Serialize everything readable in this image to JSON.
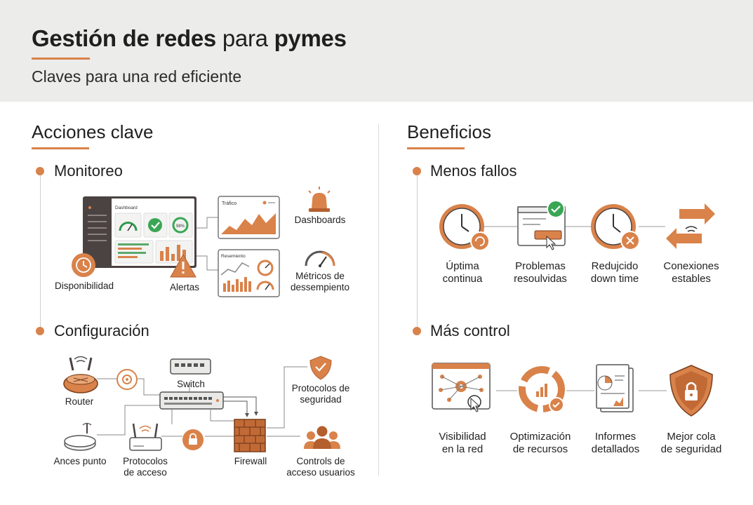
{
  "header": {
    "title_part1": "Gestión de redes",
    "title_part2": " para ",
    "title_part3": "pymes",
    "subtitle": "Claves para una red eficiente"
  },
  "left": {
    "heading": "Acciones clave",
    "monitoreo": {
      "title": "Monitoreo",
      "dashboard_label": "Dashboard",
      "trafico_label": "Tráfico",
      "rendimiento_label": "Resemiento",
      "gauge_value": "98%",
      "labels": {
        "disponibilidad": "Disponibilidad",
        "alertas": "Alertas",
        "dashboards": "Dashboards",
        "metricas_line1": "Métricos de",
        "metricas_line2": "dessempiento"
      }
    },
    "configuracion": {
      "title": "Configuración",
      "labels": {
        "router": "Router",
        "switch": "Switch",
        "protocolos_seg_line1": "Protocolos de",
        "protocolos_seg_line2": "seguridad",
        "ances_punto": "Ances punto",
        "protocolos_acc_line1": "Protocolos",
        "protocolos_acc_line2": "de acceso",
        "firewall": "Firewall",
        "controls_line1": "Controls de",
        "controls_line2": "acceso usuarios"
      }
    }
  },
  "right": {
    "heading": "Beneficios",
    "menos_fallos": {
      "title": "Menos fallos",
      "items": [
        {
          "line1": "Úptima",
          "line2": "continua",
          "icon": "clock-refresh-icon"
        },
        {
          "line1": "Problemas",
          "line2": "resoulvidas",
          "icon": "browser-check-icon"
        },
        {
          "line1": "Redujcido",
          "line2": "down time",
          "icon": "clock-x-icon"
        },
        {
          "line1": "Conexiones",
          "line2": "estables",
          "icon": "swap-arrows-icon"
        }
      ]
    },
    "mas_control": {
      "title": "Más control",
      "items": [
        {
          "line1": "Visibilidad",
          "line2": "en la red",
          "icon": "network-eye-icon"
        },
        {
          "line1": "Optimización",
          "line2": "de recursos",
          "icon": "resource-ring-icon"
        },
        {
          "line1": "Informes",
          "line2": "detallados",
          "icon": "report-document-icon"
        },
        {
          "line1": "Mejor cola",
          "line2": "de seguridad",
          "icon": "shield-lock-icon"
        }
      ]
    }
  },
  "colors": {
    "accent": "#d9824a",
    "accent_dark": "#b45f2e",
    "header_bg": "#ececea",
    "text": "#222222"
  }
}
